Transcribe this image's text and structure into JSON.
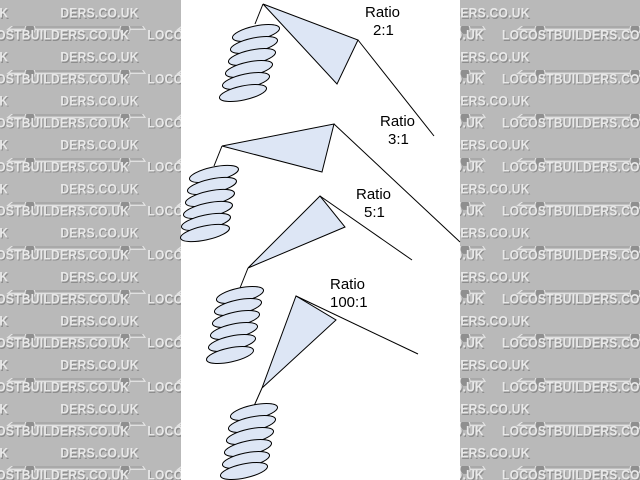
{
  "watermark": {
    "text_a": "LOCOSTBUILDERS.CO.UK",
    "text_b": "DERS.CO.UK",
    "brand_color": "#e9e9e9"
  },
  "diagram": {
    "rockers": [
      {
        "ratio_word": "Ratio",
        "ratio_value": "2:1"
      },
      {
        "ratio_word": "Ratio",
        "ratio_value": "3:1"
      },
      {
        "ratio_word": "Ratio",
        "ratio_value": "5:1"
      },
      {
        "ratio_word": "Ratio",
        "ratio_value": "100:1"
      }
    ],
    "fill_color": "#dde6f5",
    "stroke_color": "#000000"
  }
}
